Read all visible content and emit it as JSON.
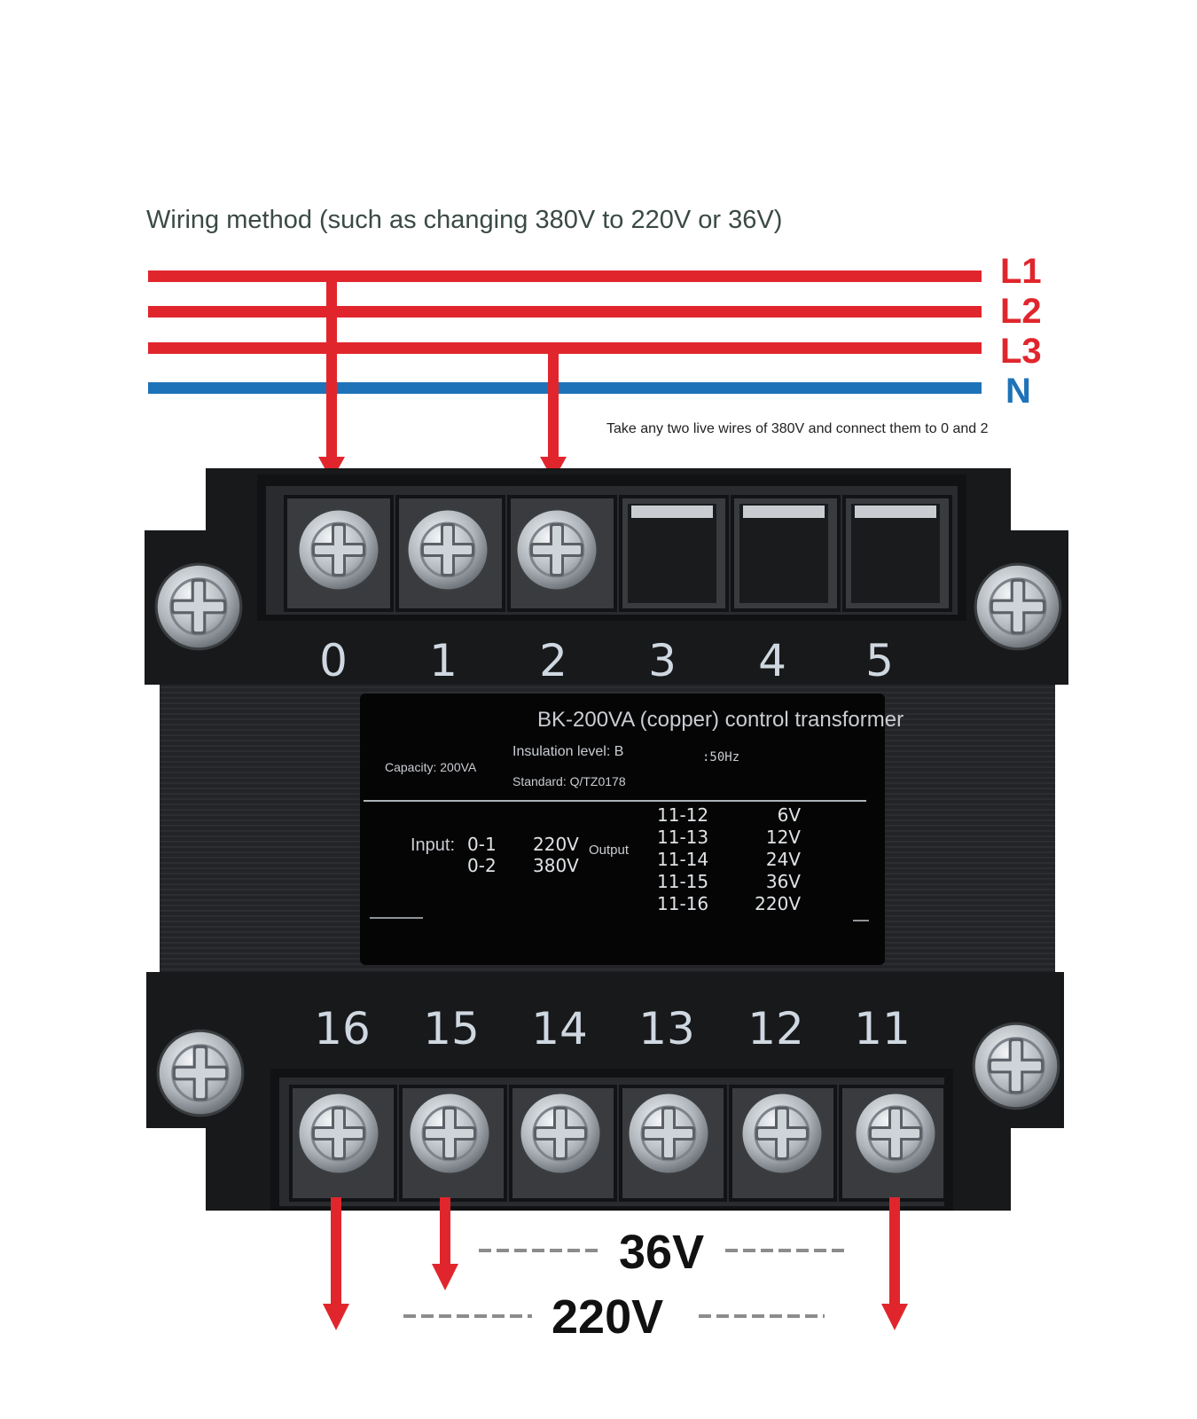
{
  "title": "Wiring method (such as changing 380V to 220V or 36V)",
  "supply_lines": [
    {
      "label": "L1",
      "color": "#e0262c"
    },
    {
      "label": "L2",
      "color": "#e0262c"
    },
    {
      "label": "L3",
      "color": "#e0262c"
    },
    {
      "label": "N",
      "color": "#1e73b8"
    }
  ],
  "note": "Take any two live wires of 380V and connect them to 0 and 2",
  "top_terminals": [
    "0",
    "1",
    "2",
    "3",
    "4",
    "5"
  ],
  "bottom_terminals": [
    "16",
    "15",
    "14",
    "13",
    "12",
    "11"
  ],
  "nameplate": {
    "title": "BK-200VA (copper) control transformer",
    "capacity": "Capacity: 200VA",
    "insulation": "Insulation level: B",
    "frequency": ":50Hz",
    "standard": "Standard: Q/TZ0178",
    "input_label": "Input:",
    "inputs": [
      {
        "terminals": "0-1",
        "voltage": "220V"
      },
      {
        "terminals": "0-2",
        "voltage": "380V"
      }
    ],
    "output_label": "Output",
    "outputs": [
      {
        "terminals": "11-12",
        "voltage": "6V"
      },
      {
        "terminals": "11-13",
        "voltage": "12V"
      },
      {
        "terminals": "11-14",
        "voltage": "24V"
      },
      {
        "terminals": "11-15",
        "voltage": "36V"
      },
      {
        "terminals": "11-16",
        "voltage": "220V"
      }
    ]
  },
  "output_voltages": {
    "first": "36V",
    "second": "220V"
  },
  "colors": {
    "live": "#e0262c",
    "neutral": "#1e73b8",
    "body": "#1b1c1e",
    "dash": "#8c8c8c"
  }
}
